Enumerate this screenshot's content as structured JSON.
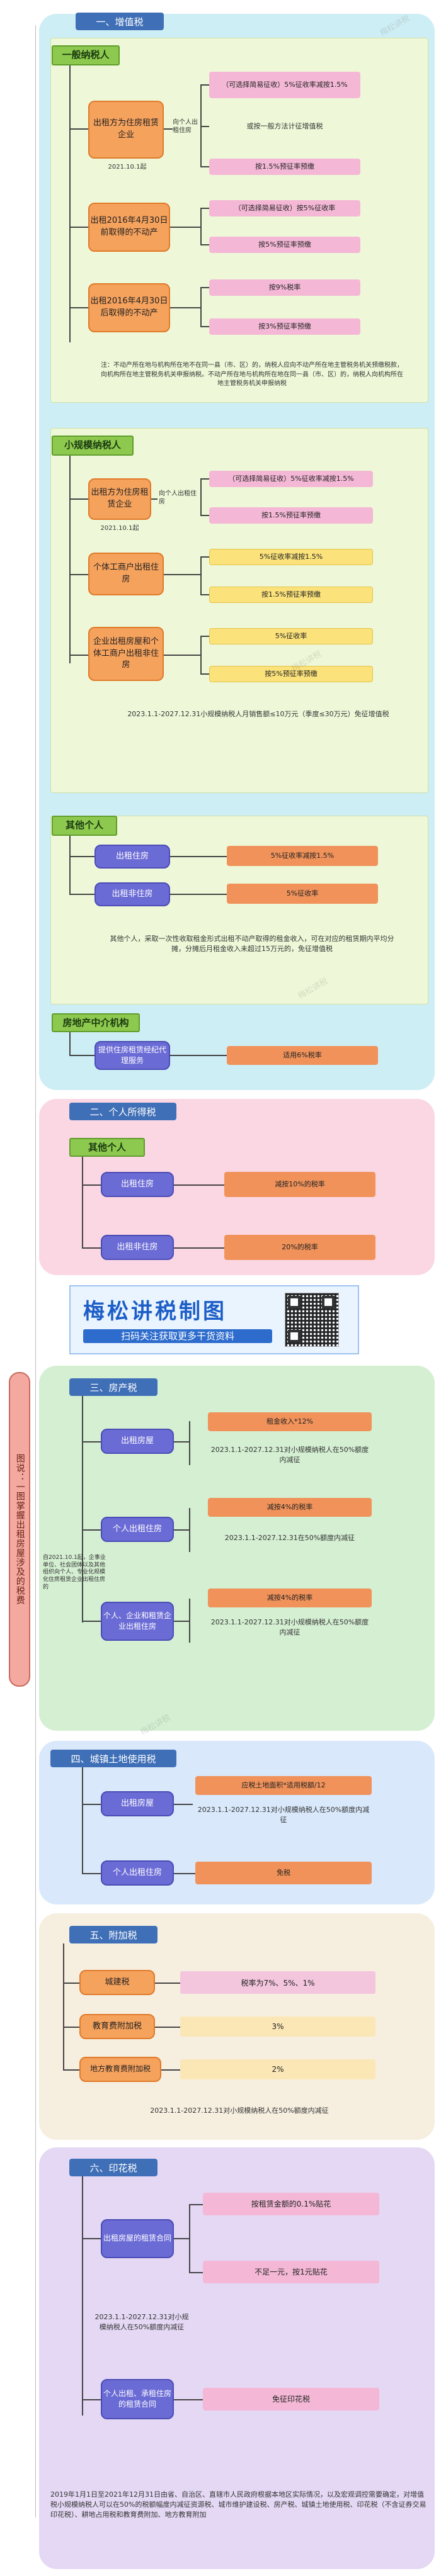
{
  "side_title": "图说：一图掌握出租房屋涉及的税费",
  "watermark": "梅松讲税",
  "banner": {
    "title": "梅松讲税制图",
    "subtitle": "扫码关注获取更多干货资料"
  },
  "vat": {
    "title": "一、增值税",
    "general": {
      "title": "一般纳税人",
      "rows": [
        {
          "label": "出租方为住房租赁企业",
          "date": "2021.10.1起",
          "branch": "向个人出租住房",
          "options": [
            "（可选择简易征收）5%征收率减按1.5%",
            "或按一般方法计征增值税",
            "按1.5%预征率预缴"
          ]
        },
        {
          "label": "出租2016年4月30日前取得的不动产",
          "options": [
            "（可选择简易征收）按5%征收率",
            "按5%预征率预缴"
          ]
        },
        {
          "label": "出租2016年4月30日后取得的不动产",
          "options": [
            "按9%税率",
            "按3%预征率预缴"
          ]
        }
      ],
      "note": "注：不动产所在地与机构所在地不在同一县（市、区）的，纳税人应向不动产所在地主管税务机关预缴税款，向机构所在地主管税务机关申报纳税。不动产所在地与机构所在地在同一县（市、区）的，纳税人向机构所在地主管税务机关申报纳税"
    },
    "small": {
      "title": "小规模纳税人",
      "rows": [
        {
          "label": "出租方为住房租赁企业",
          "date": "2021.10.1起",
          "branch": "向个人出租住房",
          "options": [
            "（可选择简易征收）5%征收率减按1.5%",
            "按1.5%预征率预缴"
          ]
        },
        {
          "label": "个体工商户出租住房",
          "options": [
            "5%征收率减按1.5%",
            "按1.5%预征率预缴"
          ]
        },
        {
          "label": "企业出租房屋和个体工商户出租非住房",
          "options": [
            "5%征收率",
            "按5%预征率预缴"
          ]
        }
      ],
      "note": "2023.1.1-2027.12.31小规模纳税人月销售额≤10万元（季度≤30万元）免征增值税"
    },
    "individual": {
      "title": "其他个人",
      "rows": [
        {
          "label": "出租住房",
          "option": "5%征收率减按1.5%"
        },
        {
          "label": "出租非住房",
          "option": "5%征收率"
        }
      ],
      "note": "其他个人，采取一次性收取租金形式出租不动产取得的租金收入，可在对应的租赁期内平均分摊，分摊后月租金收入未超过15万元的，免征增值税"
    },
    "agency": {
      "title": "房地产中介机构",
      "label": "提供住房租赁经纪代理服务",
      "option": "适用6%税率"
    }
  },
  "iit": {
    "title": "二、个人所得税",
    "sub": "其他个人",
    "rows": [
      {
        "label": "出租住房",
        "option": "减按10%的税率"
      },
      {
        "label": "出租非住房",
        "option": "20%的税率"
      }
    ]
  },
  "property": {
    "title": "三、房产税",
    "side_note": "自2021.10.1起，企事业单位、社会团体以及其他组织向个人、专业化规模化住房租赁企业出租住房的",
    "rows": [
      {
        "label": "出租房屋",
        "options": [
          "租金收入*12%",
          "2023.1.1-2027.12.31对小规模纳税人在50%额度内减征"
        ]
      },
      {
        "label": "个人出租住房",
        "options": [
          "减按4%的税率",
          "2023.1.1-2027.12.31在50%额度内减征"
        ]
      },
      {
        "label": "个人、企业和租赁企业出租住房",
        "options": [
          "减按4%的税率",
          "2023.1.1-2027.12.31对小规模纳税人在50%额度内减征"
        ]
      }
    ]
  },
  "land": {
    "title": "四、城镇土地使用税",
    "rows": [
      {
        "label": "出租房屋",
        "options": [
          "应税土地面积*适用税额/12",
          "2023.1.1-2027.12.31对小规模纳税人在50%额度内减征"
        ]
      },
      {
        "label": "个人出租住房",
        "options": [
          "免税"
        ]
      }
    ]
  },
  "surcharge": {
    "title": "五、附加税",
    "rows": [
      {
        "label": "城建税",
        "option": "税率为7%、5%、1%"
      },
      {
        "label": "教育费附加税",
        "option": "3%"
      },
      {
        "label": "地方教育费附加税",
        "option": "2%"
      }
    ],
    "note": "2023.1.1-2027.12.31对小规模纳税人在50%额度内减征"
  },
  "stamp": {
    "title": "六、印花税",
    "rows": [
      {
        "label": "出租房屋的租赁合同",
        "options": [
          "按租赁金额的0.1%贴花",
          "不足一元，按1元贴花"
        ]
      },
      {
        "label": "个人出租、承租住房的租赁合同",
        "options": [
          "免征印花税"
        ]
      }
    ],
    "mid_note": "2023.1.1-2027.12.31对小规模纳税人在50%额度内减征",
    "bottom_note": "2019年1月1日至2021年12月31日由省、自治区、直辖市人民政府根据本地区实际情况，以及宏观调控需要确定，对增值税小规模纳税人可以在50%的税额幅度内减征资源税、城市维护建设税、房产税、城镇土地使用税、印花税（不含证券交易印花税）、耕地占用税和教育费附加、地方教育附加"
  }
}
